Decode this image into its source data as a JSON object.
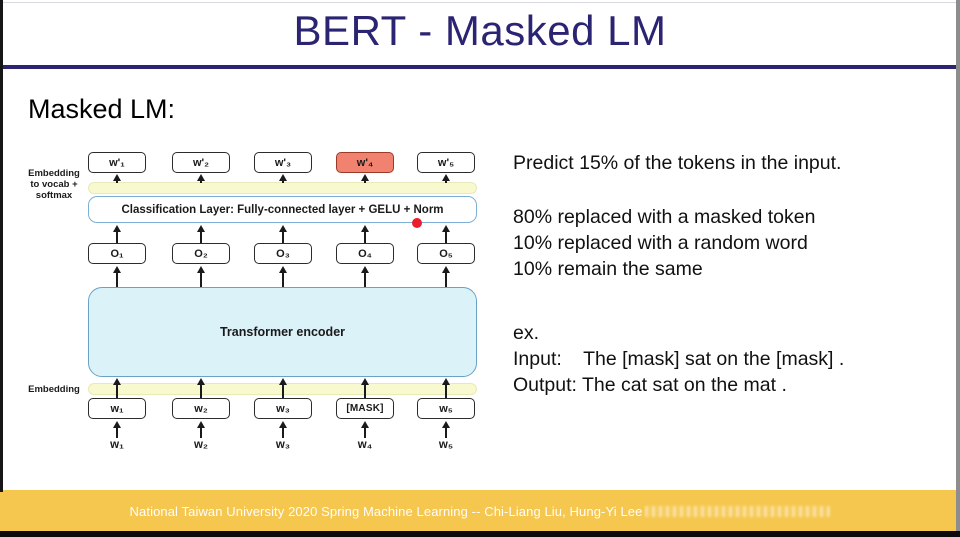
{
  "title": "BERT - Masked LM",
  "heading": "Masked LM:",
  "diagram": {
    "left_label_top": "Embedding\nto vocab +\nsoftmax",
    "left_label_bottom": "Embedding",
    "classification_label": "Classification Layer: Fully-connected layer + GELU + Norm",
    "encoder_label": "Transformer encoder",
    "columns": [
      {
        "output": "w'₁",
        "o": "O₁",
        "input": "w₁",
        "word": "w₁",
        "highlight": false
      },
      {
        "output": "w'₂",
        "o": "O₂",
        "input": "w₂",
        "word": "w₂",
        "highlight": false
      },
      {
        "output": "w'₃",
        "o": "O₃",
        "input": "w₃",
        "word": "w₃",
        "highlight": false
      },
      {
        "output": "w'₄",
        "o": "O₄",
        "input": "[MASK]",
        "word": "w₄",
        "highlight": true
      },
      {
        "output": "w'₅",
        "o": "O₅",
        "input": "w₅",
        "word": "w₅",
        "highlight": false
      }
    ]
  },
  "notes": {
    "predict": "Predict 15% of the tokens in the input.",
    "bullets": [
      "80% replaced with a masked token",
      "10% replaced with a random word",
      "10% remain the same"
    ],
    "example_label": "ex.",
    "example_input": "Input:    The [mask] sat on the [mask] .",
    "example_output": "Output: The cat sat on the mat ."
  },
  "footer": {
    "credit": "National Taiwan University 2020 Spring Machine Learning -- Chi-Liang Liu, Hung-Yi Lee"
  },
  "colors": {
    "title_purple": "#2b2472",
    "footer_gold": "#f6c74f",
    "highlight_fill": "#f0826f",
    "highlight_border": "#9c3a28",
    "encoder_fill": "#dcf2f9",
    "encoder_border": "#68a2c9",
    "classification_border": "#7db0d5",
    "embedding_bar": "#f9f9cf",
    "red_dot": "#ea1c2d"
  }
}
